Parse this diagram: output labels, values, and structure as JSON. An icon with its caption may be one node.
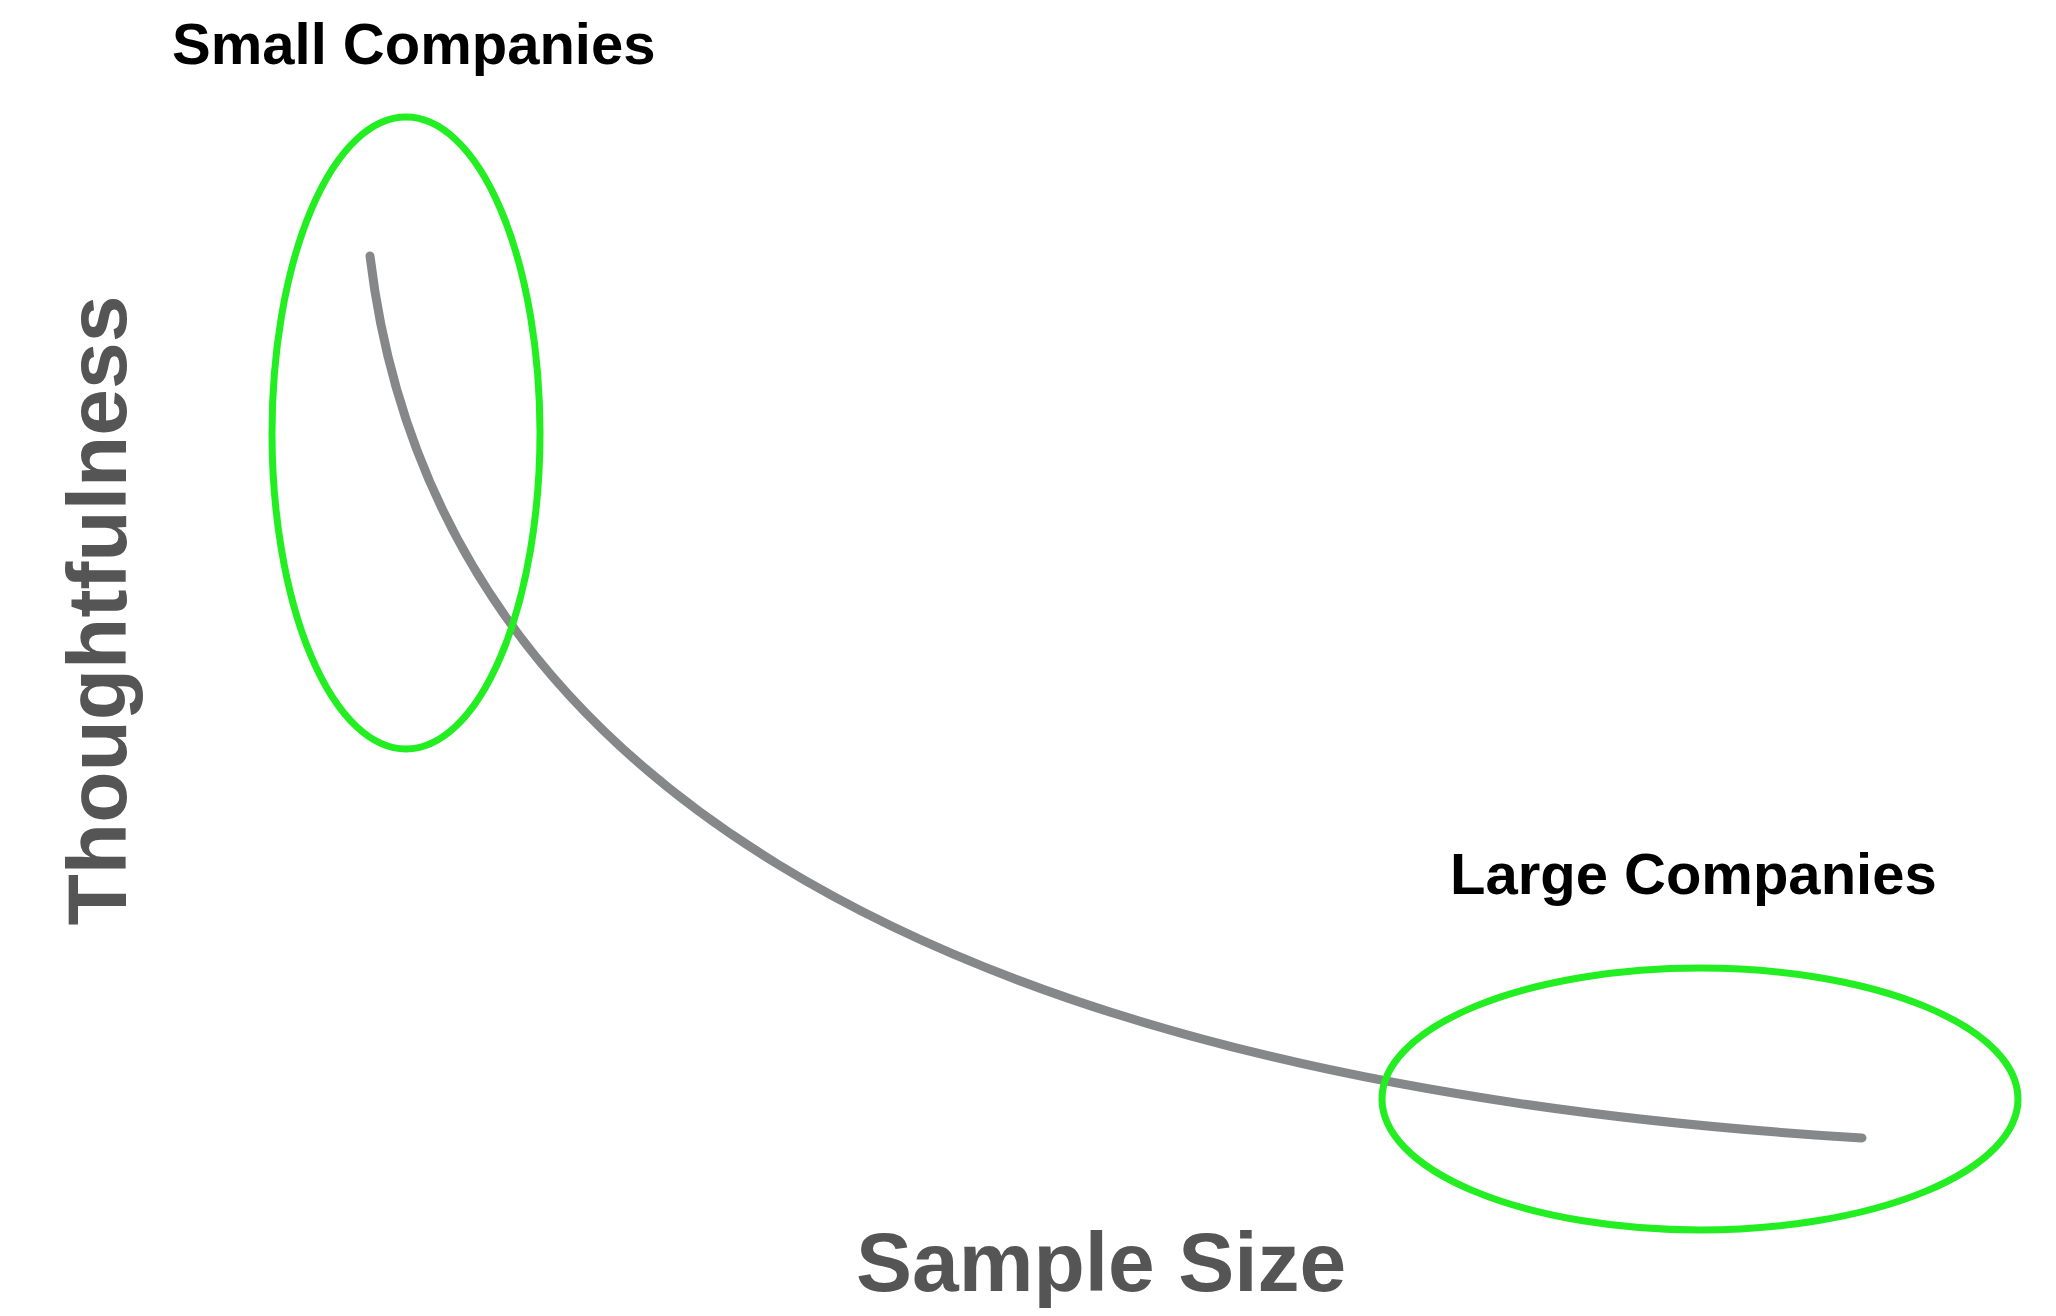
{
  "diagram": {
    "nodes": [
      {
        "text": [
          "Small Companies"
        ]
      },
      {
        "text": [
          "Large Companies"
        ]
      }
    ],
    "labels": [
      "Thoughtfulness",
      "Sample Size"
    ]
  }
}
